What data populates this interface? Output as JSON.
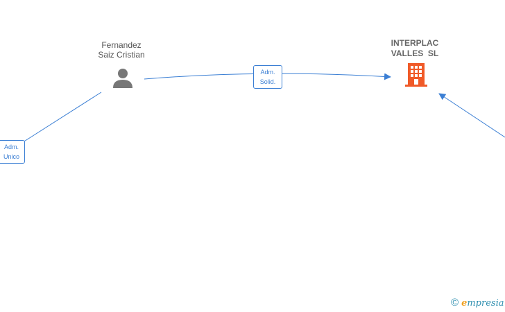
{
  "person": {
    "name_line1": "Fernandez",
    "name_line2": "Saiz Cristian",
    "icon": "person-icon"
  },
  "company": {
    "name_line1": "INTERPLAC",
    "name_line2": "VALLES  SL",
    "icon": "building-icon"
  },
  "edges": [
    {
      "label_line1": "Adm.",
      "label_line2": "Solid."
    },
    {
      "label_line1": "Adm.",
      "label_line2": "Unico"
    }
  ],
  "watermark": {
    "copyright_symbol": "©",
    "brand_first": "e",
    "brand_rest": "mpresia"
  },
  "colors": {
    "edge": "#3b7fd4",
    "company_icon": "#f05a28",
    "person_icon": "#777777"
  }
}
